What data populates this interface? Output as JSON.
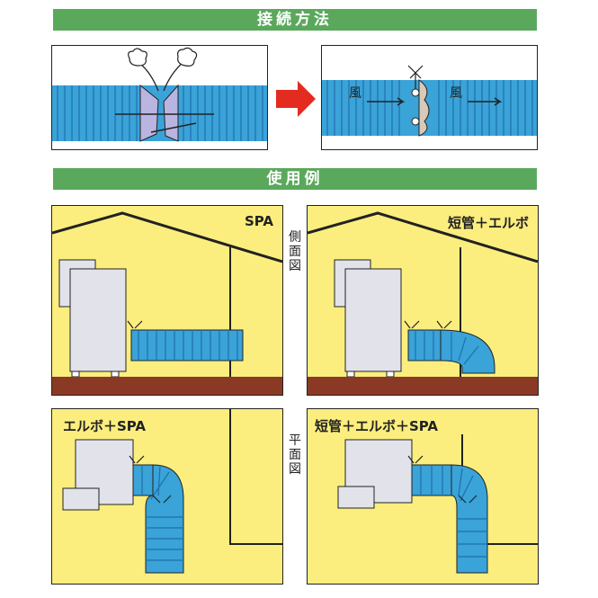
{
  "sections": {
    "connection_title": "接続方法",
    "usage_title": "使用例"
  },
  "connection": {
    "wind_left": "風",
    "wind_right": "風"
  },
  "examples": [
    {
      "label": "SPA"
    },
    {
      "label": "短管＋エルボ"
    },
    {
      "label": "エルボ＋SPA"
    },
    {
      "label": "短管＋エルボ＋SPA"
    }
  ],
  "views": {
    "side": [
      "側",
      "面",
      "図"
    ],
    "plan": [
      "平",
      "面",
      "図"
    ]
  },
  "colors": {
    "banner": "#5aa85c",
    "duct": "#3aa3d8",
    "duct_dark": "#1f6fae",
    "wall": "#fbee7e",
    "floor": "#8a3a24",
    "arrow": "#e32b1f"
  }
}
